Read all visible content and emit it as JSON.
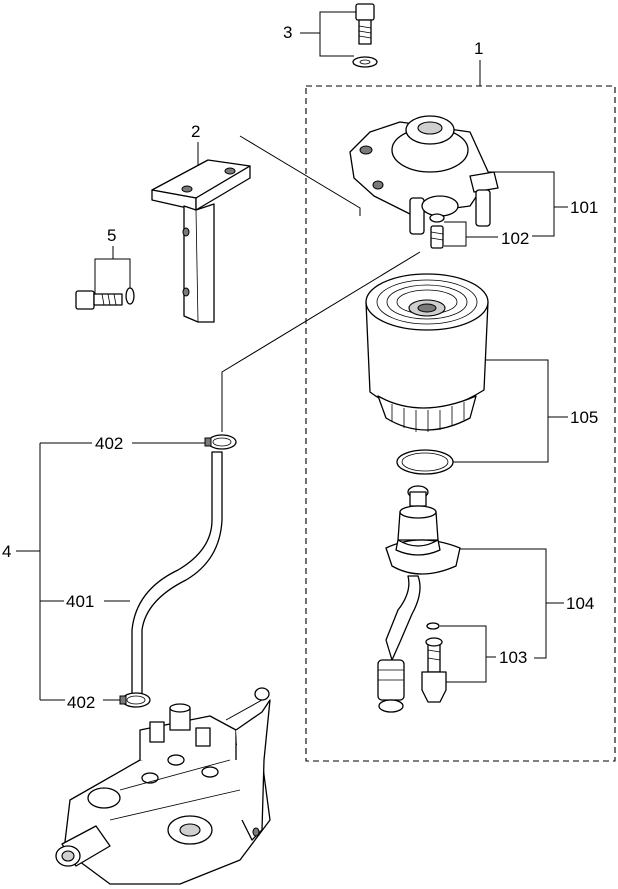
{
  "callouts": {
    "c1": "1",
    "c2": "2",
    "c3": "3",
    "c4": "4",
    "c5": "5",
    "c101": "101",
    "c102": "102",
    "c103": "103",
    "c104": "104",
    "c105": "105",
    "c401": "401",
    "c402_top": "402",
    "c402_bottom": "402"
  }
}
